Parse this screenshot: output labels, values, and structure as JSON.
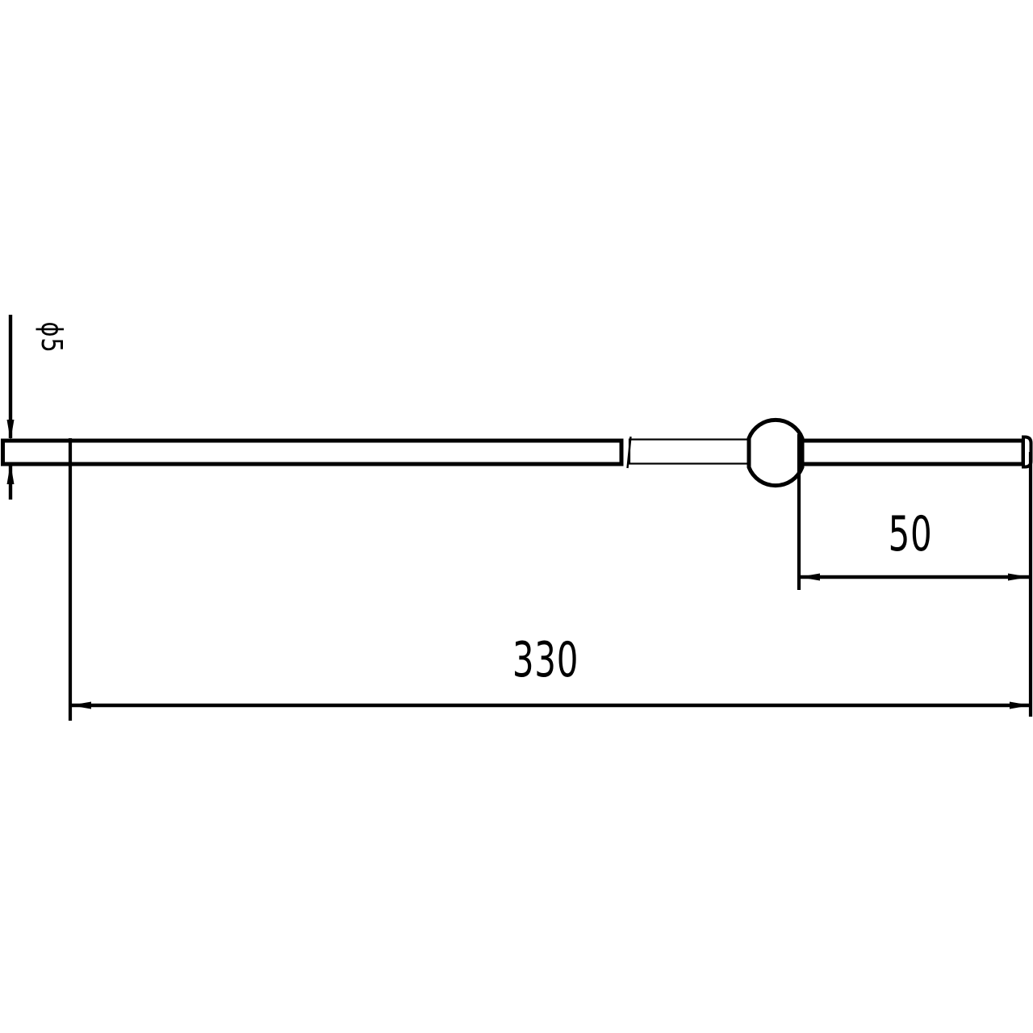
{
  "page": {
    "background_color": "#ffffff"
  },
  "drawing": {
    "kind": "technical-dimension-drawing",
    "stroke_color": "#000000",
    "paper_color": "#ffffff",
    "dimensions": {
      "diameter": {
        "label": "ϕ5",
        "value": 5,
        "orientation": "vertical"
      },
      "ball_to_end": {
        "label": "50",
        "value": 50,
        "orientation": "horizontal"
      },
      "overall": {
        "label": "330",
        "value": 330,
        "orientation": "horizontal"
      }
    }
  }
}
